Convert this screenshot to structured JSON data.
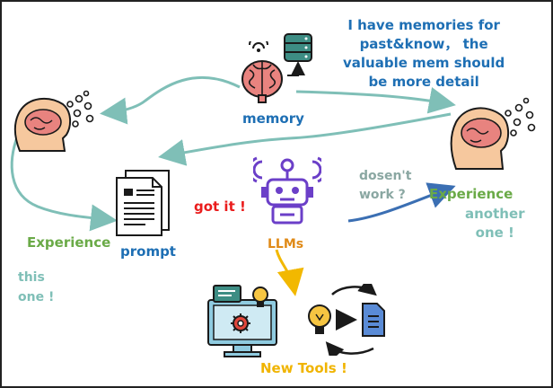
{
  "annotation": {
    "memory_note": [
      "I have memories for",
      "past&know， the",
      "valuable mem should",
      "be more detail"
    ]
  },
  "labels": {
    "memory": "memory",
    "prompt": "prompt",
    "llms": "LLMs",
    "got_it": "got it !",
    "new_tools": "New Tools !",
    "experience_left": "Experience",
    "this_one": [
      "this",
      "one !"
    ],
    "doesnt_work": [
      "dosen't",
      "work ?"
    ],
    "experience_right": "Experience",
    "another_one": [
      "another",
      "one !"
    ]
  },
  "colors": {
    "blue_text": "#1e6fb4",
    "green_text": "#6aaa47",
    "teal_text": "#7fbfb7",
    "red_text": "#ea1c1c",
    "orange_text": "#e08a17",
    "yellow_text": "#f0b400",
    "arrow_teal": "#7fbfb7",
    "arrow_blue": "#3b6fb3",
    "arrow_yellow": "#f2b800",
    "robot_purple": "#6b3fc8",
    "brain_pink": "#e8837f"
  },
  "icons": [
    "brain-memory-icon",
    "database-icon",
    "head-brain-left-icon",
    "head-brain-right-icon",
    "document-icon",
    "robot-icon",
    "tools-computer-icon",
    "idea-to-document-icon"
  ]
}
